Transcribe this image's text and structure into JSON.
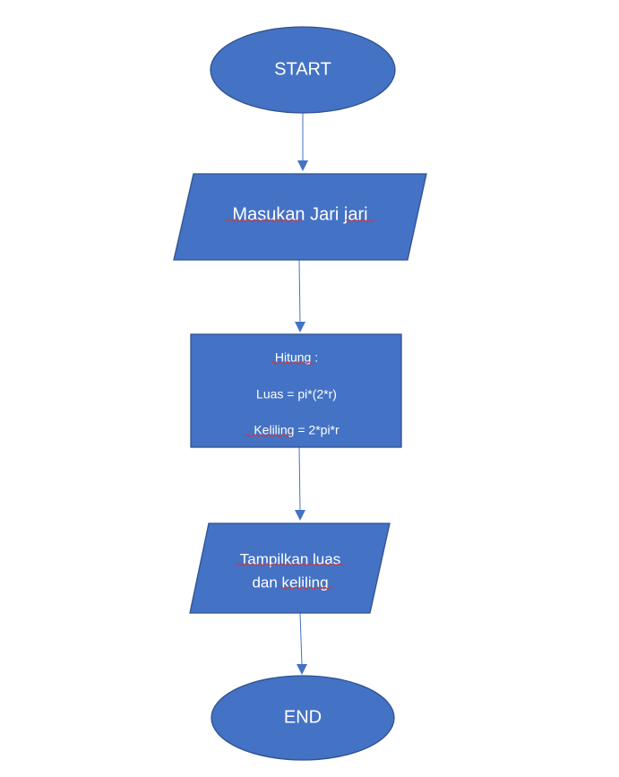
{
  "flowchart": {
    "start": {
      "label": "START"
    },
    "input": {
      "label": "Masukan Jari jari"
    },
    "process": {
      "line1": "Hitung :",
      "line2": "Luas = pi*(2*r)",
      "line3": "Keliling = 2*pi*r"
    },
    "output": {
      "line1": "Tampilkan luas",
      "line2": "dan keliling"
    },
    "end": {
      "label": "END"
    }
  },
  "colors": {
    "shape_fill": "#4472c4",
    "shape_stroke": "#2f528f",
    "connector": "#4472c4",
    "text": "#ffffff",
    "spellcheck_underline": "#e03030"
  }
}
